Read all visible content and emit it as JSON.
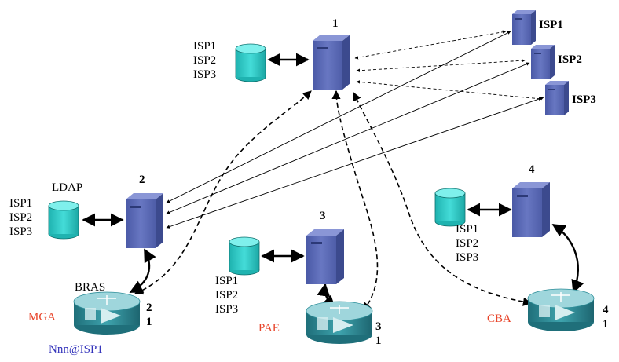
{
  "nodes": {
    "server1": {
      "num": "1",
      "db": [
        "ISP1",
        "ISP2",
        "ISP3"
      ]
    },
    "server2": {
      "num": "2",
      "title": "LDAP",
      "db": [
        "ISP1",
        "ISP2",
        "ISP3"
      ]
    },
    "server3": {
      "num": "3",
      "db": [
        "ISP1",
        "ISP2",
        "ISP3"
      ]
    },
    "server4": {
      "num": "4",
      "db": [
        "ISP1",
        "ISP2",
        "ISP3"
      ]
    }
  },
  "isp_servers": [
    "ISP1",
    "ISP2",
    "ISP3"
  ],
  "routers": {
    "mga": {
      "name": "MGA",
      "top": "BRAS",
      "num": [
        "2",
        "1"
      ],
      "user": "Nnn@ISP1"
    },
    "pae": {
      "name": "PAE",
      "num": [
        "3",
        "1"
      ]
    },
    "cba": {
      "name": "CBA",
      "num": [
        "4",
        "1"
      ]
    }
  },
  "colors": {
    "server": "#5b6bb2",
    "db": "#2ec7c4",
    "router": "#2e8e99",
    "accent_red": "#e8442a",
    "accent_blue": "#3333bb"
  }
}
